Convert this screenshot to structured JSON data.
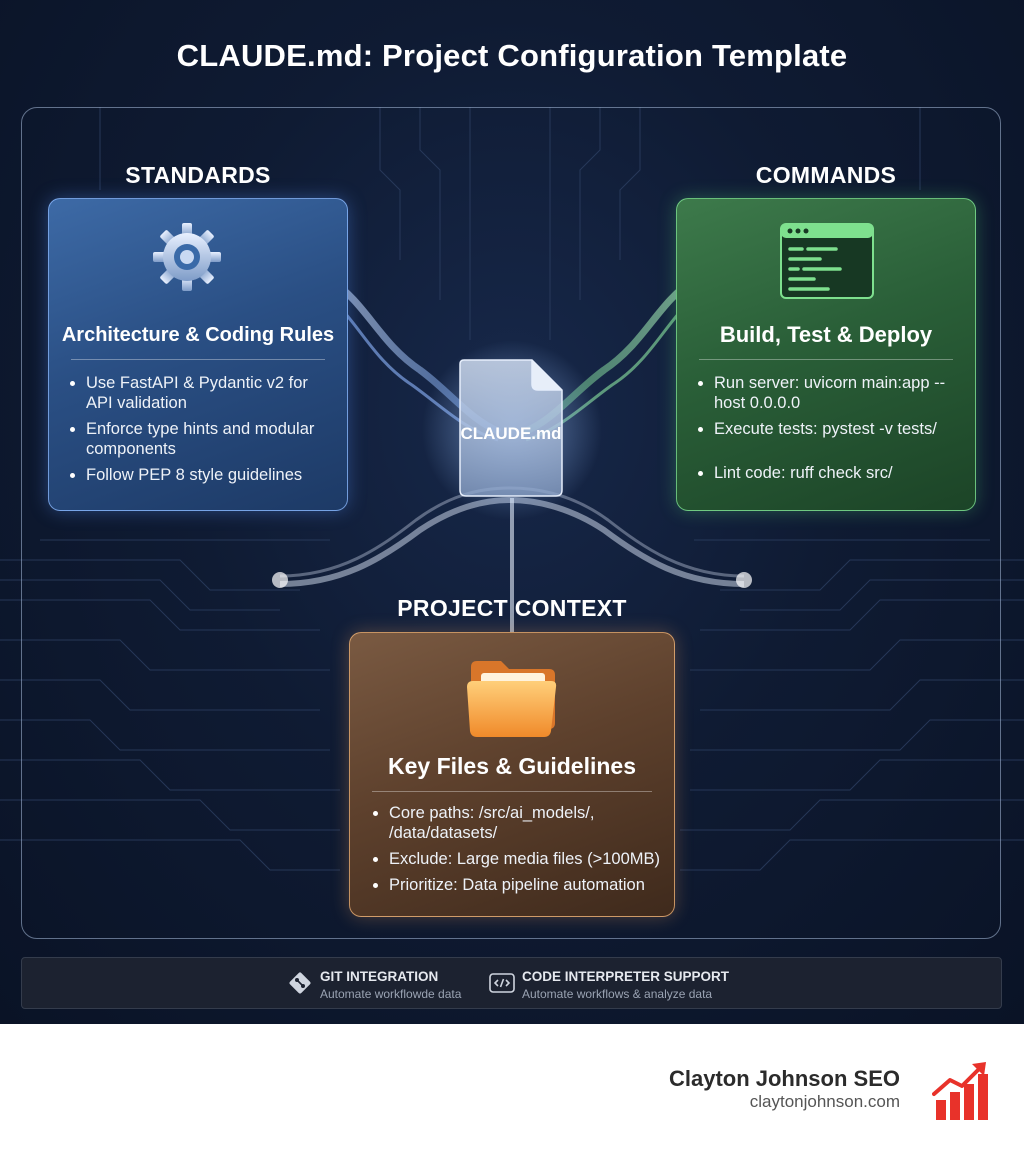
{
  "title": "CLAUDE.md: Project Configuration Template",
  "center_document": {
    "label": "CLAUDE.md",
    "icon": "document-icon"
  },
  "sections": {
    "standards": {
      "label": "STANDARDS",
      "icon": "gear-icon",
      "card_title": "Architecture & Coding Rules",
      "items": [
        "Use FastAPI & Pydantic v2 for API validation",
        "Enforce type hints and modular components",
        "Follow PEP 8 style guidelines"
      ]
    },
    "commands": {
      "label": "COMMANDS",
      "icon": "terminal-icon",
      "card_title": "Build, Test & Deploy",
      "items": [
        "Run server: uvicorn main:app --host 0.0.0.0",
        "Execute tests: pystest -v tests/",
        "Lint code: ruff check src/"
      ]
    },
    "project_context": {
      "label": "PROJECT CONTEXT",
      "icon": "folder-icon",
      "card_title": "Key Files & Guidelines",
      "items": [
        "Core paths: /src/ai_models/, /data/datasets/",
        "Exclude: Large media files (>100MB)",
        "Prioritize: Data pipeline automation"
      ]
    }
  },
  "footer": {
    "features": [
      {
        "title": "GIT INTEGRATION",
        "subtitle": "Automate workflowde data",
        "icon": "git-icon"
      },
      {
        "title": "CODE INTERPRETER SUPPORT",
        "subtitle": "Automate workflows & analyze data",
        "icon": "code-icon"
      }
    ]
  },
  "brand": {
    "name": "Clayton Johnson SEO",
    "url": "claytonjohnson.com",
    "icon": "chart-growth-icon"
  },
  "colors": {
    "background": "#0f1b33",
    "standards_accent": "#7fb0ff",
    "commands_accent": "#7ee08e",
    "context_accent": "#f0a65a",
    "brand_red": "#e8322a"
  }
}
